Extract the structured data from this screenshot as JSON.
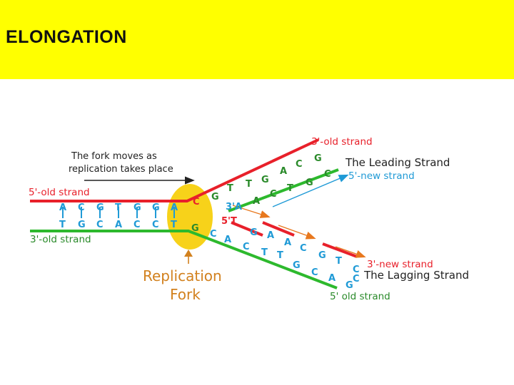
{
  "header": {
    "title": "ELONGATION"
  },
  "colors": {
    "banner": "#ffff00",
    "old_strand_red": "#e8202a",
    "old_strand_green": "#2db92d",
    "new_strand_blue": "#1f9ad6",
    "fork": "#f7d21a",
    "fork_label": "#d2811e",
    "primer_arrow": "#e8781e"
  },
  "diagram": {
    "fork_moves": [
      "The fork moves as",
      "replication takes place"
    ],
    "top_old_strand_label": "3'-old strand",
    "leading_strand_label": "The Leading Strand",
    "leading_new_label": "5'-new strand",
    "left_top_label": "5'-old strand",
    "left_bottom_label": "3'-old strand",
    "lagging_new_label": "3'-new strand",
    "lagging_strand_label": "The Lagging Strand",
    "bottom_old_label": "5' old strand",
    "fork_label": [
      "Replication",
      "Fork"
    ],
    "end_3a": "3'A",
    "end_5t": "5'T",
    "left_top_bases": [
      "A",
      "C",
      "G",
      "T",
      "G",
      "G",
      "A"
    ],
    "left_bottom_bases": [
      "T",
      "G",
      "C",
      "A",
      "C",
      "C",
      "T"
    ],
    "fork_top_base": "C",
    "fork_bottom_base": "G",
    "upper_red_bases": [
      "G",
      "T",
      "T",
      "G",
      "A",
      "C",
      "G"
    ],
    "upper_blue_bases": [
      "A",
      "C",
      "T",
      "G",
      "C"
    ],
    "lower_red_bases": [
      "G",
      "A",
      "A",
      "C",
      "G",
      "T",
      "C"
    ],
    "lower_green_bases": [
      "C",
      "A",
      "C",
      "T",
      "T",
      "G",
      "C",
      "A",
      "G"
    ],
    "lower_green_tail_base": "C"
  }
}
